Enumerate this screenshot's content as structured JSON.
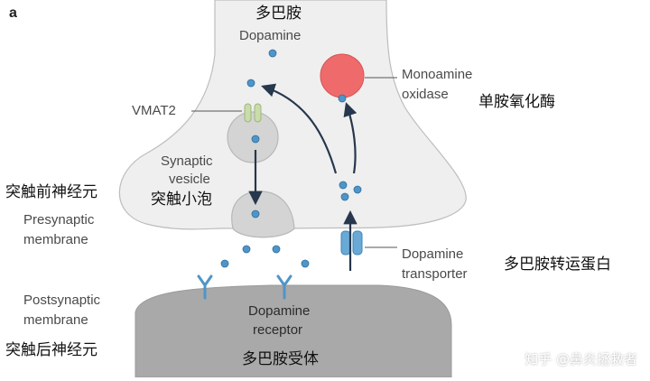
{
  "panel_label": "a",
  "labels": {
    "dopamine_zh": "多巴胺",
    "dopamine_en": "Dopamine",
    "monoamine_oxidase_en_1": "Monoamine",
    "monoamine_oxidase_en_2": "oxidase",
    "monoamine_oxidase_zh": "单胺氧化酶",
    "vmat2": "VMAT2",
    "synaptic_vesicle_en_1": "Synaptic",
    "synaptic_vesicle_en_2": "vesicle",
    "synaptic_vesicle_zh": "突触小泡",
    "presynaptic_neuron_zh": "突触前神经元",
    "presynaptic_membrane_en_1": "Presynaptic",
    "presynaptic_membrane_en_2": "membrane",
    "dopamine_transporter_en_1": "Dopamine",
    "dopamine_transporter_en_2": "transporter",
    "dopamine_transporter_zh": "多巴胺转运蛋白",
    "postsynaptic_membrane_en_1": "Postsynaptic",
    "postsynaptic_membrane_en_2": "membrane",
    "postsynaptic_neuron_zh": "突触后神经元",
    "dopamine_receptor_en_1": "Dopamine",
    "dopamine_receptor_en_2": "receptor",
    "dopamine_receptor_zh": "多巴胺受体"
  },
  "watermark": "知乎 @鼻炎拯救者",
  "colors": {
    "presynaptic_fill": "#efefef",
    "postsynaptic_fill": "#a9a9a9",
    "membrane_stroke": "#bdbdbd",
    "vesicle_fill": "#d4d4d4",
    "molecule_fill": "#4f95c8",
    "enzyme_fill": "#ef6b6b",
    "transporter_fill": "#69a9d5",
    "vmat_fill": "#c9dca9",
    "arrow_color": "#27374d"
  }
}
